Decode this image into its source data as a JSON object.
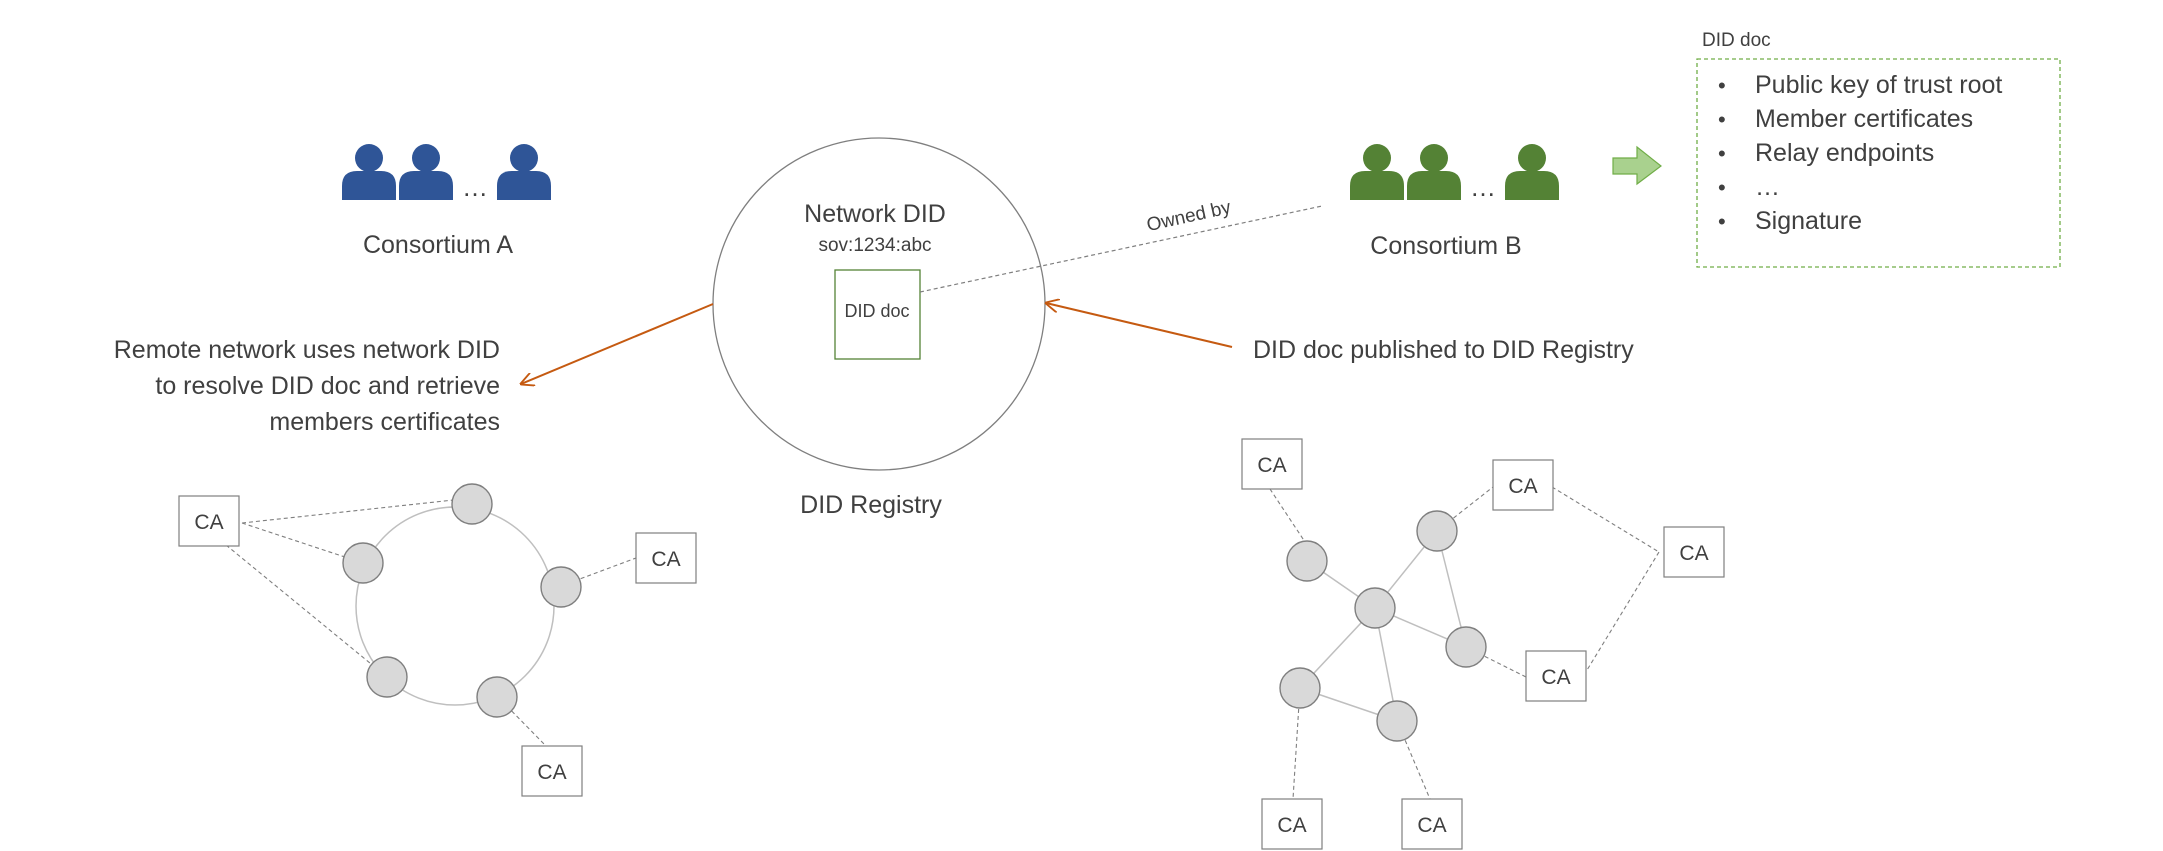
{
  "consortium_a": {
    "label": "Consortium A",
    "ellipsis": "…",
    "color": "#2f5597"
  },
  "consortium_b": {
    "label": "Consortium B",
    "ellipsis": "…",
    "color": "#548235"
  },
  "registry": {
    "label": "DID Registry",
    "network_did_title": "Network DID",
    "network_did_value": "sov:1234:abc",
    "did_doc_box": "DID doc"
  },
  "owned_by_label": "Owned by",
  "published_label": "DID doc published to DID Registry",
  "resolve_label": [
    "Remote network uses network DID",
    "to resolve DID doc and retrieve",
    "members certificates"
  ],
  "did_doc_panel": {
    "title": "DID doc",
    "items": [
      "Public key of trust root",
      "Member certificates",
      "Relay endpoints",
      "…",
      "Signature"
    ],
    "border_color": "#70ad47",
    "arrow_color": "#a9d18e"
  },
  "ca_label": "CA",
  "arrow_color": "#c55a11"
}
